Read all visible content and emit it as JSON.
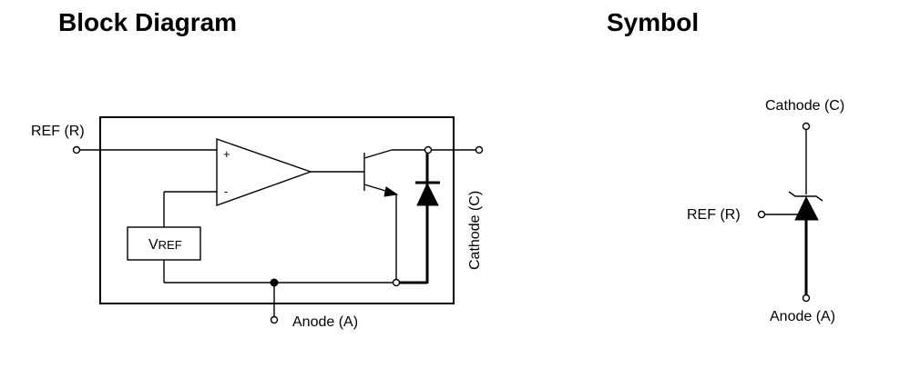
{
  "block_diagram": {
    "title": "Block Diagram",
    "ref_label": "REF (R)",
    "cathode_label": "Cathode (C)",
    "anode_label": "Anode (A)",
    "vref_label_main": "V",
    "vref_label_sub": "REF",
    "plus_sign": "+",
    "minus_sign": "-"
  },
  "symbol": {
    "title": "Symbol",
    "cathode_label": "Cathode (C)",
    "ref_label": "REF (R)",
    "anode_label": "Anode (A)"
  },
  "colors": {
    "line": "#000000",
    "background": "#ffffff"
  }
}
